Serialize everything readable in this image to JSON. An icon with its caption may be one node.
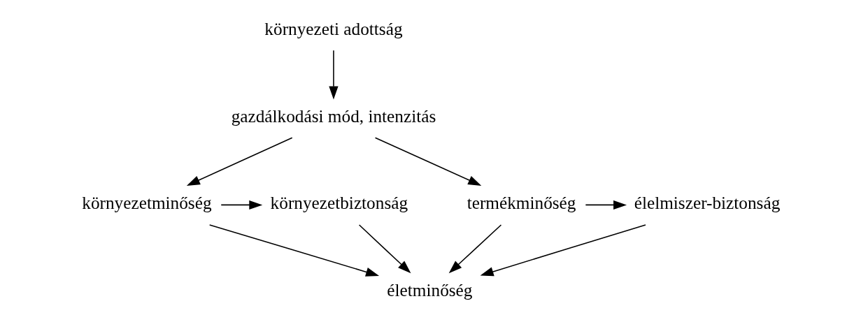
{
  "diagram": {
    "nodes": [
      {
        "text": [
          "környezeti adottság"
        ]
      },
      {
        "text": [
          "gazdálkodási mód, intenzitás"
        ]
      },
      {
        "text": [
          "környezetbiztonság"
        ]
      },
      {
        "text": [
          "környezetminőség"
        ]
      },
      {
        "text": [
          "termékminőség"
        ]
      },
      {
        "text": [
          "élelmiszer-biztonság"
        ]
      },
      {
        "text": [
          "életminőség"
        ]
      }
    ],
    "edges": [
      {
        "from": 0,
        "to": 1,
        "arrow": "to"
      },
      {
        "from": 1,
        "to": 3,
        "arrow": "to"
      },
      {
        "from": 1,
        "to": 4,
        "arrow": "to"
      },
      {
        "from": 3,
        "to": 2,
        "arrow": "to"
      },
      {
        "from": 4,
        "to": 5,
        "arrow": "to"
      },
      {
        "from": 2,
        "to": 6,
        "arrow": "to"
      },
      {
        "from": 3,
        "to": 6,
        "arrow": "to"
      },
      {
        "from": 4,
        "to": 6,
        "arrow": "to"
      },
      {
        "from": 5,
        "to": 6,
        "arrow": "to"
      }
    ]
  }
}
